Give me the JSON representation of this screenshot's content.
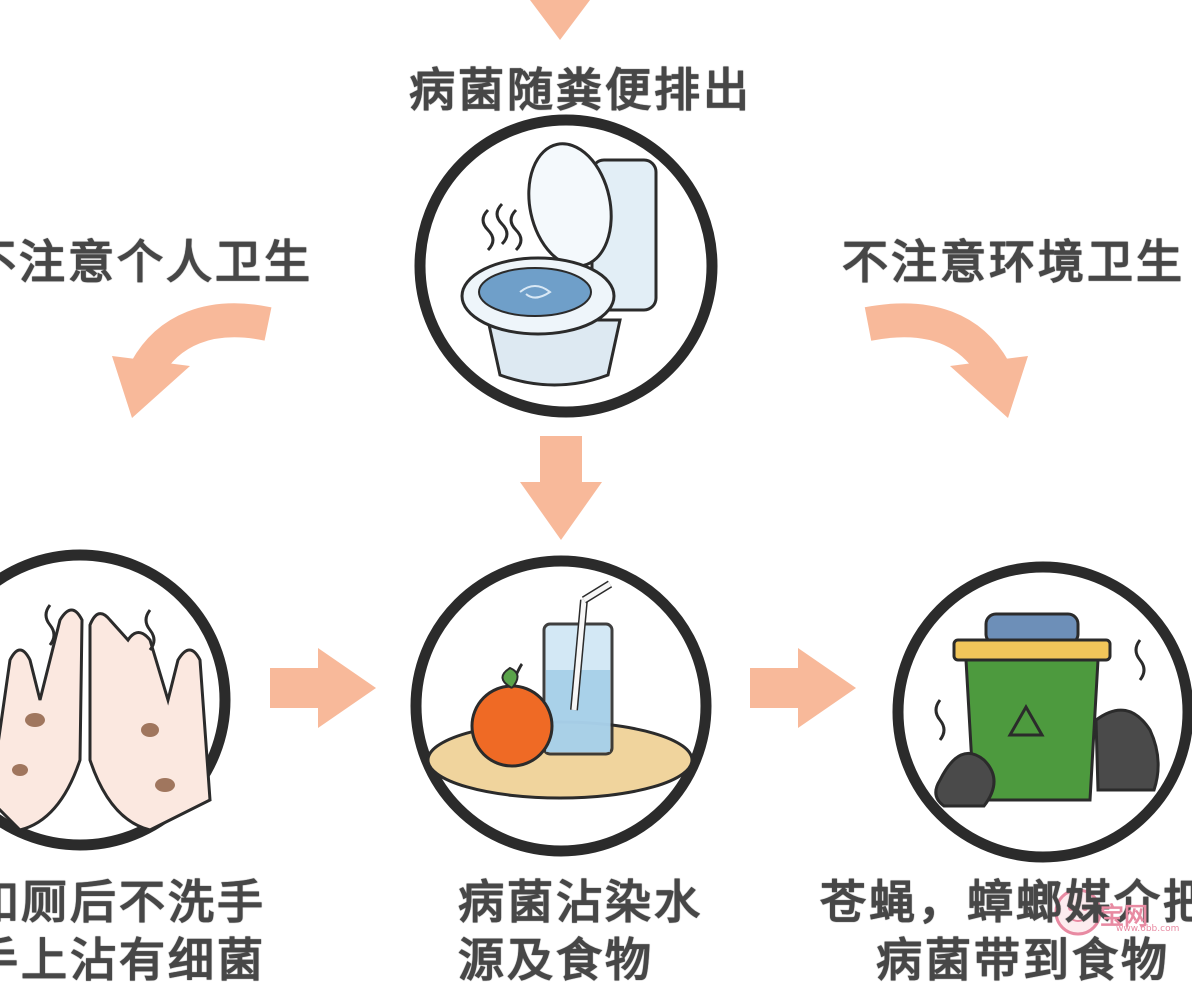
{
  "labels": {
    "top": "病菌随粪便排出",
    "left_mid": "不注意个人卫生",
    "right_mid": "不注意环境卫生",
    "bottom_left_line1": "如厕后不洗手",
    "bottom_left_line2": "手上沾有细菌",
    "bottom_center_line1": "病菌沾染水",
    "bottom_center_line2": "源及食物",
    "bottom_right_line1": "苍蝇，蟑螂媒介把",
    "bottom_right_line2": "病菌带到食物"
  },
  "watermark": {
    "logo_text": "宝网",
    "url": "www.6bb.com"
  },
  "colors": {
    "arrow": "#f8b99a",
    "outline": "#2b2b2b",
    "text": "#474747",
    "water": "#6f9fc9",
    "bin": "#4d9a3e",
    "orange": "#ef6a25"
  }
}
